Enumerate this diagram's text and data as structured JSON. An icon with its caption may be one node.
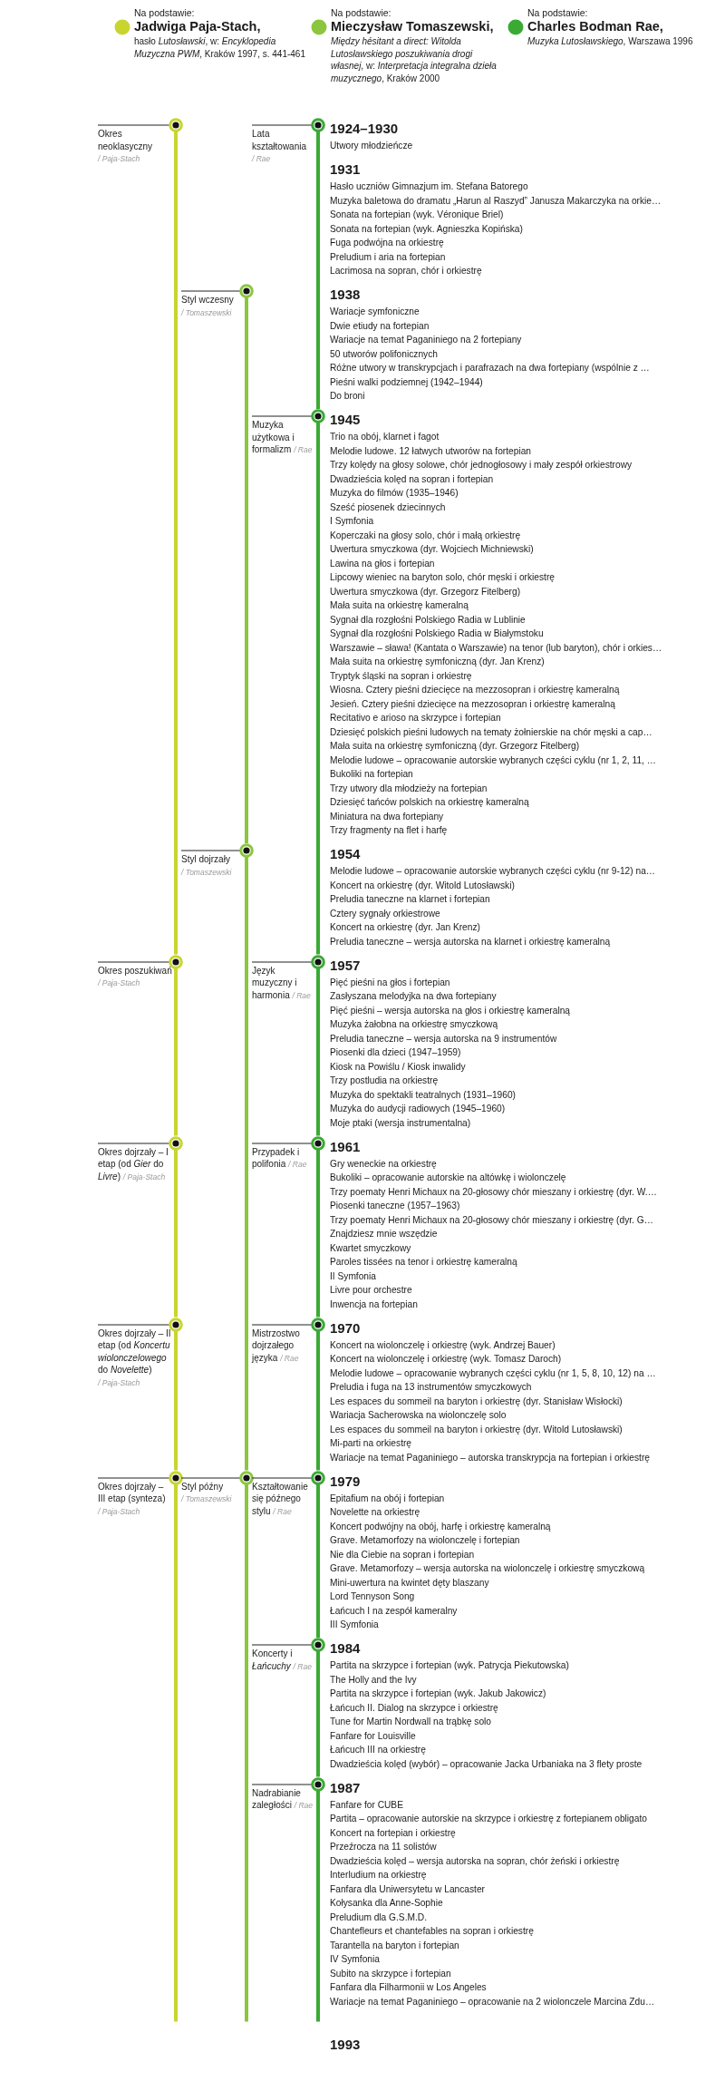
{
  "diagram": {
    "nodes": [
      {
        "text": [
          "Okres neoklasyczny",
          "/ Paja-Stach"
        ]
      },
      {
        "text": [
          "Lata kształtowania",
          "/ Rae"
        ]
      },
      {
        "text": [
          "Styl wczesny",
          "/ Tomaszewski"
        ]
      },
      {
        "text": [
          "Muzyka użytkowa i formalizm",
          "/ Rae"
        ]
      },
      {
        "text": [
          "Styl dojrzały",
          "/ Tomaszewski"
        ]
      },
      {
        "text": [
          "Okres poszukiwań",
          "/ Paja-Stach"
        ]
      },
      {
        "text": [
          "Język muzyczny i harmonia",
          "/ Rae"
        ]
      },
      {
        "text": [
          "Okres dojrzały – I etap (od *Gier* do *Livre*)",
          "/ Paja-Stach"
        ]
      },
      {
        "text": [
          "Przypadek i polifonia",
          "/ Rae"
        ]
      },
      {
        "text": [
          "Okres dojrzały – II etap (od *Koncertu wiolonczelowego* do *Novelette*)",
          "/ Paja-Stach"
        ]
      },
      {
        "text": [
          "Mistrzostwo dojrzałego języka",
          "/ Rae"
        ]
      },
      {
        "text": [
          "Okres dojrzały – III etap (synteza)",
          "/ Paja-Stach"
        ]
      },
      {
        "text": [
          "Styl późny",
          "/ Tomaszewski"
        ]
      },
      {
        "text": [
          "Kształtowanie się późnego stylu",
          "/ Rae"
        ]
      },
      {
        "text": [
          "Koncerty i *Łańcuchy*",
          "/ Rae"
        ]
      },
      {
        "text": [
          "Nadrabianie zaległości",
          "/ Rae"
        ]
      }
    ],
    "edges": [
      {
        "from": 0,
        "to": 5,
        "arrow": "none",
        "color": "#c8d52f"
      },
      {
        "from": 1,
        "to": 3,
        "arrow": "none"
      },
      {
        "from": 2,
        "to": 4,
        "arrow": "none",
        "color": "#8cc63f"
      },
      {
        "from": 3,
        "to": 6,
        "arrow": "none"
      },
      {
        "from": 4,
        "to": 12,
        "arrow": "none",
        "color": "#8cc63f"
      },
      {
        "from": 5,
        "to": 7,
        "arrow": "none",
        "color": "#c8d52f"
      },
      {
        "from": 6,
        "to": 8,
        "arrow": "none"
      },
      {
        "from": 7,
        "to": 9,
        "arrow": "none",
        "color": "#c8d52f"
      },
      {
        "from": 8,
        "to": 10,
        "arrow": "none"
      },
      {
        "from": 9,
        "to": 11,
        "arrow": "none",
        "color": "#c8d52f"
      },
      {
        "from": 10,
        "to": 13,
        "arrow": "none"
      },
      {
        "from": 11,
        "to": null,
        "arrow": "none",
        "color": "#c8d52f"
      },
      {
        "from": 12,
        "to": null,
        "arrow": "none",
        "color": "#8cc63f"
      },
      {
        "from": 13,
        "to": 14,
        "arrow": "none"
      },
      {
        "from": 14,
        "to": 15,
        "arrow": "none"
      },
      {
        "from": 15,
        "to": null,
        "arrow": "none"
      }
    ],
    "labels": [
      "Na podstawie:",
      "hasło *Lutosławski*, w: *Encyklopedia Muzyczna PWM*, Kraków 1997, s. 441-461",
      "Na podstawie:",
      "*Między hésitant a direct: Witolda Lutosławskiego poszukiwania drogi własnej*, w: *Interpretacja integralna dzieła muzycznego*, Kraków 2000",
      "Na podstawie:",
      "*Muzyka Lutosławskiego*, Warszawa 1996",
      "1924–1930",
      "Utwory młodzieńcze",
      "1931",
      "Hasło uczniów Gimnazjum im. Stefana Batorego",
      "Muzyka baletowa do dramatu „Harun al Raszyd” Janusza Makarczyka na orkie…",
      "Sonata na fortepian (wyk. Véronique Briel)",
      "Sonata na fortepian (wyk. Agnieszka Kopińska)",
      "Fuga podwójna na orkiestrę",
      "Preludium i aria na fortepian",
      "Lacrimosa na sopran, chór i orkiestrę",
      "1938",
      "Wariacje symfoniczne",
      "Dwie etiudy na fortepian",
      "Wariacje na temat Paganiniego na 2 fortepiany",
      "50 utworów polifonicznych",
      "Różne utwory w transkrypcjach i parafrazach na dwa fortepiany (wspólnie z …",
      "Pieśni walki podziemnej (1942–1944)",
      "Do broni",
      "1945",
      "Trio na obój, klarnet i fagot",
      "Melodie ludowe. 12 łatwych utworów na fortepian",
      "Trzy kolędy na głosy solowe, chór jednogłosowy i mały zespół orkiestrowy",
      "Dwadzieścia kolęd na sopran i fortepian",
      "Muzyka do filmów (1935–1946)",
      "Sześć piosenek dziecinnych",
      "I Symfonia",
      "Koperczaki na głosy solo, chór i małą orkiestrę",
      "Uwertura smyczkowa (dyr. Wojciech Michniewski)",
      "Lawina na głos i fortepian",
      "Lipcowy wieniec na baryton solo, chór męski i orkiestrę",
      "Uwertura smyczkowa (dyr. Grzegorz Fitelberg)",
      "Mała suita na orkiestrę kameralną",
      "Sygnał dla rozgłośni Polskiego Radia w Lublinie",
      "Sygnał dla rozgłośni Polskiego Radia w Białymstoku",
      "Warszawie – sława! (Kantata o Warszawie) na tenor (lub baryton), chór i orkies…",
      "Mała suita na orkiestrę symfoniczną (dyr. Jan Krenz)",
      "Tryptyk śląski na sopran i orkiestrę",
      "Wiosna. Cztery pieśni dziecięce na mezzosopran i orkiestrę kameralną",
      "Jesień. Cztery pieśni dziecięce na mezzosopran i orkiestrę kameralną",
      "Recitativo e arioso na skrzypce i fortepian",
      "Dziesięć polskich pieśni ludowych na tematy żołnierskie na chór męski a cap…",
      "Mała suita na orkiestrę symfoniczną (dyr. Grzegorz Fitelberg)",
      "Melodie ludowe – opracowanie autorskie wybranych części cyklu (nr 1, 2, 11, …",
      "Bukoliki na fortepian",
      "Trzy utwory dla młodzieży na fortepian",
      "Dziesięć tańców polskich na orkiestrę kameralną",
      "Miniatura na dwa fortepiany",
      "Trzy fragmenty na flet i harfę",
      "1954",
      "Melodie ludowe – opracowanie autorskie wybranych części cyklu (nr 9-12) na…",
      "Koncert na orkiestrę (dyr. Witold Lutosławski)",
      "Preludia taneczne na klarnet i fortepian",
      "Cztery sygnały orkiestrowe",
      "Koncert na orkiestrę (dyr. Jan Krenz)",
      "Preludia taneczne – wersja autorska na klarnet i orkiestrę kameralną",
      "1957",
      "Pięć pieśni na głos i fortepian",
      "Zasłyszana melodyjka na dwa fortepiany",
      "Pięć pieśni – wersja autorska na głos i orkiestrę kameralną",
      "Muzyka żałobna na orkiestrę smyczkową",
      "Preludia taneczne – wersja autorska na 9 instrumentów",
      "Piosenki dla dzieci (1947–1959)",
      "Kiosk na Powiślu / Kiosk inwalidy",
      "Trzy postludia na orkiestrę",
      "Muzyka do spektakli teatralnych (1931–1960)",
      "Muzyka do audycji radiowych (1945–1960)",
      "Moje ptaki (wersja instrumentalna)",
      "1961",
      "Gry weneckie na orkiestrę",
      "Bukoliki – opracowanie autorskie na altówkę i wiolonczelę",
      "Trzy poematy Henri Michaux na 20-głosowy chór mieszany i orkiestrę (dyr. W.…",
      "Piosenki taneczne (1957–1963)",
      "Trzy poematy Henri Michaux na 20-głosowy chór mieszany i orkiestrę (dyr. G…",
      "Znajdziesz mnie wszędzie",
      "Kwartet smyczkowy",
      "Paroles tissées na tenor i orkiestrę kameralną",
      "II Symfonia",
      "Livre pour orchestre",
      "Inwencja na fortepian",
      "1970",
      "Koncert na wiolonczelę i orkiestrę (wyk. Andrzej Bauer)",
      "Koncert na wiolonczelę i orkiestrę (wyk. Tomasz Daroch)",
      "Melodie ludowe – opracowanie wybranych części cyklu (nr 1, 5, 8, 10, 12) na …",
      "Preludia i fuga na 13 instrumentów smyczkowych",
      "Les espaces du sommeil na baryton i orkiestrę (dyr. Stanisław Wisłocki)",
      "Wariacja Sacherowska na wiolonczelę solo",
      "Les espaces du sommeil na baryton i orkiestrę (dyr. Witold Lutosławski)",
      "Mi-parti na orkiestrę",
      "Wariacje na temat Paganiniego – autorska transkrypcja na fortepian i orkiestrę",
      "1979",
      "Epitafium na obój i fortepian",
      "Novelette na orkiestrę",
      "Koncert podwójny na obój, harfę i orkiestrę kameralną",
      "Grave. Metamorfozy na wiolonczelę i fortepian",
      "Nie dla Ciebie na sopran i fortepian",
      "Grave. Metamorfozy – wersja autorska na wiolonczelę i orkiestrę smyczkową",
      "Mini-uwertura na kwintet dęty blaszany",
      "Lord Tennyson Song",
      "Łańcuch I na zespół kameralny",
      "III Symfonia",
      "1984",
      "Partita na skrzypce i fortepian (wyk. Patrycja Piekutowska)",
      "The Holly and the Ivy",
      "Partita na skrzypce i fortepian (wyk. Jakub Jakowicz)",
      "Łańcuch II. Dialog na skrzypce i orkiestrę",
      "Tune for Martin Nordwall na trąbkę solo",
      "Fanfare for Louisville",
      "Łańcuch III na orkiestrę",
      "Dwadzieścia kolęd (wybór) – opracowanie Jacka Urbaniaka na 3 flety proste",
      "1987",
      "Fanfare for CUBE",
      "Partita – opracowanie autorskie na skrzypce i orkiestrę z fortepianem obligato",
      "Koncert na fortepian i orkiestrę",
      "Przeźrocza na 11 solistów",
      "Dwadzieścia kolęd – wersja autorska na sopran, chór żeński i orkiestrę",
      "Interludium na orkiestrę",
      "Fanfara dla Uniwersytetu w Lancaster",
      "Kołysanka dla Anne-Sophie",
      "Preludium dla G.S.M.D.",
      "Chantefleurs et chantefables na sopran i orkiestrę",
      "Tarantella na baryton i fortepian",
      "IV Symfonia",
      "Subito na skrzypce i fortepian",
      "Fanfara dla Filharmonii w Los Angeles",
      "Wariacje na temat Paganiniego – opracowanie na 2 wiolonczele Marcina Zdu…",
      "1993"
    ],
    "legend": [
      {
        "text": "Jadwiga Paja-Stach,",
        "color": "#c8d52f"
      },
      {
        "text": "Mieczysław Tomaszewski,",
        "color": "#8cc63f"
      },
      {
        "text": "Charles Bodman Rae,",
        "color": "#3aaa35"
      }
    ]
  }
}
